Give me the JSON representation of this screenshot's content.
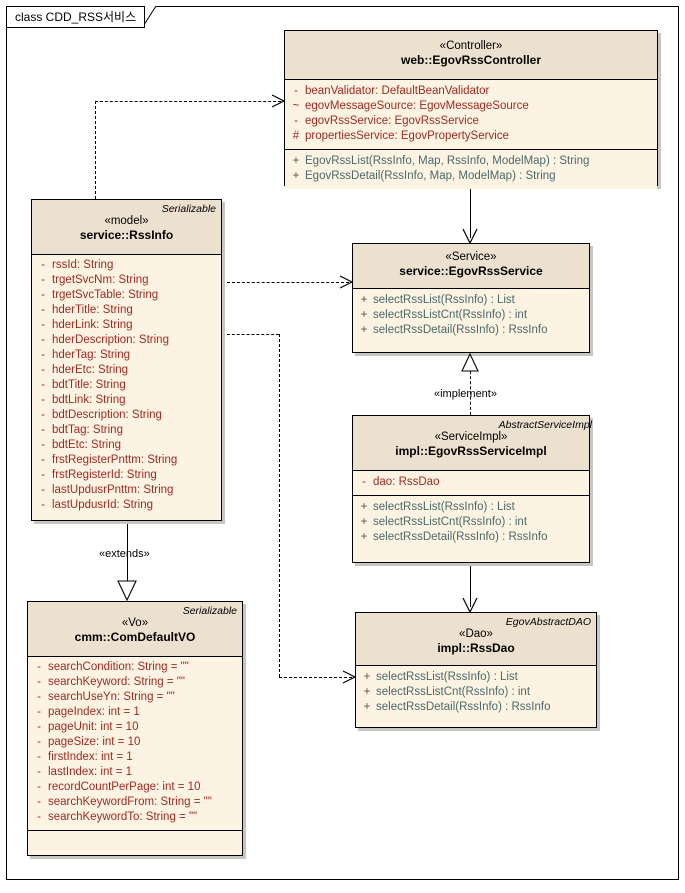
{
  "frame": {
    "title": "class CDD_RSS서비스"
  },
  "classes": [
    {
      "id": "controller",
      "tagline": "",
      "stereotype": "«Controller»",
      "name": "web::EgovRssController",
      "attributes": [
        {
          "vis": "-",
          "text": "beanValidator:  DefaultBeanValidator"
        },
        {
          "vis": "~",
          "text": "egovMessageSource:  EgovMessageSource"
        },
        {
          "vis": "-",
          "text": "egovRssService:  EgovRssService"
        },
        {
          "vis": "#",
          "text": "propertiesService:  EgovPropertyService"
        }
      ],
      "operations": [
        {
          "vis": "+",
          "text": "EgovRssList(RssInfo, Map, RssInfo, ModelMap) : String"
        },
        {
          "vis": "+",
          "text": "EgovRssDetail(RssInfo, Map, ModelMap) : String"
        }
      ]
    },
    {
      "id": "rssinfo",
      "tagline": "Serializable",
      "stereotype": "«model»",
      "name": "service::RssInfo",
      "attributes": [
        {
          "vis": "-",
          "text": "rssId:  String"
        },
        {
          "vis": "-",
          "text": "trgetSvcNm:  String"
        },
        {
          "vis": "-",
          "text": "trgetSvcTable:  String"
        },
        {
          "vis": "-",
          "text": "hderTitle:  String"
        },
        {
          "vis": "-",
          "text": "hderLink:  String"
        },
        {
          "vis": "-",
          "text": "hderDescription:  String"
        },
        {
          "vis": "-",
          "text": "hderTag:  String"
        },
        {
          "vis": "-",
          "text": "hderEtc:  String"
        },
        {
          "vis": "-",
          "text": "bdtTitle:  String"
        },
        {
          "vis": "-",
          "text": "bdtLink:  String"
        },
        {
          "vis": "-",
          "text": "bdtDescription:  String"
        },
        {
          "vis": "-",
          "text": "bdtTag:  String"
        },
        {
          "vis": "-",
          "text": "bdtEtc:  String"
        },
        {
          "vis": "-",
          "text": "frstRegisterPnttm:  String"
        },
        {
          "vis": "-",
          "text": "frstRegisterId:  String"
        },
        {
          "vis": "-",
          "text": "lastUpdusrPnttm:  String"
        },
        {
          "vis": "-",
          "text": "lastUpdusrId:  String"
        }
      ],
      "operations": []
    },
    {
      "id": "service",
      "tagline": "",
      "stereotype": "«Service»",
      "name": "service::EgovRssService",
      "attributes": [],
      "operations": [
        {
          "vis": "+",
          "text": "selectRssList(RssInfo) : List"
        },
        {
          "vis": "+",
          "text": "selectRssListCnt(RssInfo) : int"
        },
        {
          "vis": "+",
          "text": "selectRssDetail(RssInfo) : RssInfo"
        }
      ]
    },
    {
      "id": "serviceimpl",
      "tagline": "AbstractServiceImpl",
      "stereotype": "«ServiceImpl»",
      "name": "impl::EgovRssServiceImpl",
      "attributes": [
        {
          "vis": "-",
          "text": "dao:  RssDao"
        }
      ],
      "operations": [
        {
          "vis": "+",
          "text": "selectRssList(RssInfo) : List"
        },
        {
          "vis": "+",
          "text": "selectRssListCnt(RssInfo) : int"
        },
        {
          "vis": "+",
          "text": "selectRssDetail(RssInfo) : RssInfo"
        }
      ]
    },
    {
      "id": "rssdao",
      "tagline": "EgovAbstractDAO",
      "stereotype": "«Dao»",
      "name": "impl::RssDao",
      "attributes": [],
      "operations": [
        {
          "vis": "+",
          "text": "selectRssList(RssInfo) : List"
        },
        {
          "vis": "+",
          "text": "selectRssListCnt(RssInfo) : int"
        },
        {
          "vis": "+",
          "text": "selectRssDetail(RssInfo) : RssInfo"
        }
      ]
    },
    {
      "id": "comdefaultvo",
      "tagline": "Serializable",
      "stereotype": "«Vo»",
      "name": "cmm::ComDefaultVO",
      "attributes": [
        {
          "vis": "-",
          "text": "searchCondition:  String = \"\""
        },
        {
          "vis": "-",
          "text": "searchKeyword:  String = \"\""
        },
        {
          "vis": "-",
          "text": "searchUseYn:  String = \"\""
        },
        {
          "vis": "-",
          "text": "pageIndex:  int = 1"
        },
        {
          "vis": "-",
          "text": "pageUnit:  int = 10"
        },
        {
          "vis": "-",
          "text": "pageSize:  int = 10"
        },
        {
          "vis": "-",
          "text": "firstIndex:  int = 1"
        },
        {
          "vis": "-",
          "text": "lastIndex:  int = 1"
        },
        {
          "vis": "-",
          "text": "recordCountPerPage:  int = 10"
        },
        {
          "vis": "-",
          "text": "searchKeywordFrom:  String = \"\""
        },
        {
          "vis": "-",
          "text": "searchKeywordTo:  String = \"\""
        }
      ],
      "operations": []
    }
  ],
  "relations": {
    "extends_label": "«extends»",
    "implement_label": "«implement»"
  },
  "colors": {
    "header_fill": "#ece0cf",
    "body_fill": "#fdf3e3",
    "attribute_text": "#9c2b22",
    "operation_text": "#4a6a6a",
    "border": "#000000",
    "shadow": "#c8c6c1"
  }
}
